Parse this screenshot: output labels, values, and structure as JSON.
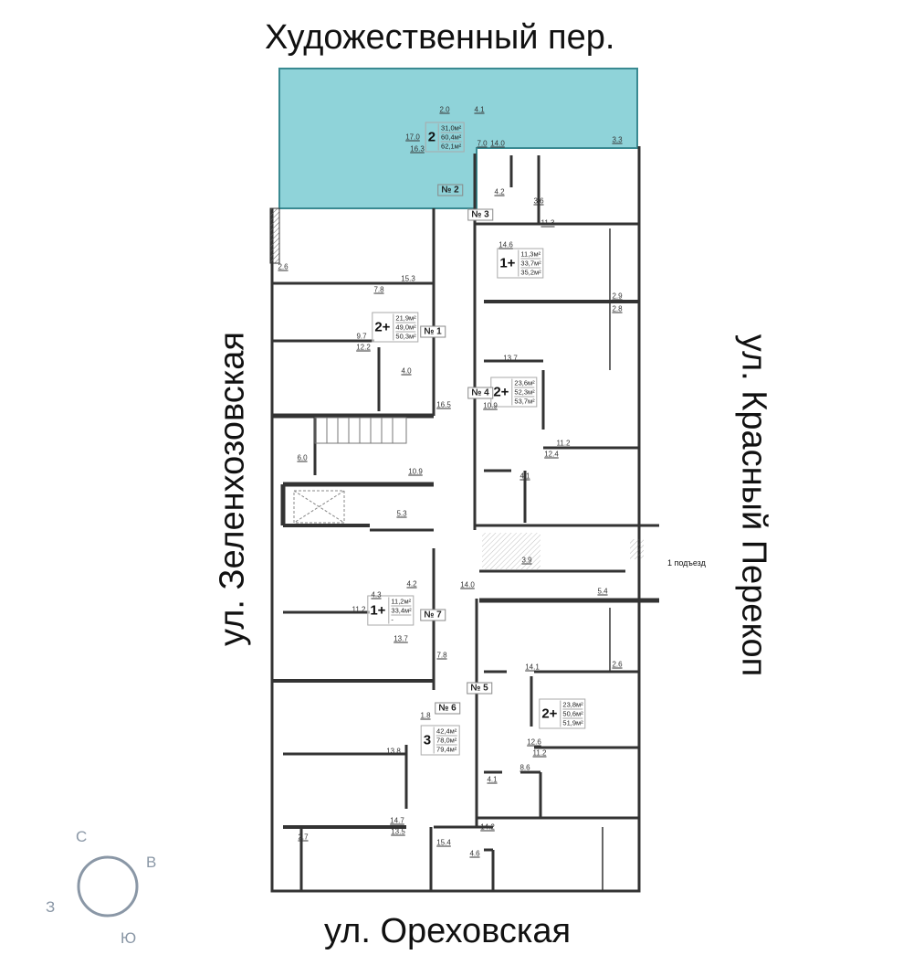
{
  "streets": {
    "top": "Художественный пер.",
    "left": "ул. Зеленхозовская",
    "right": "ул. Красный Перекоп",
    "bottom": "ул. Ореховская"
  },
  "colors": {
    "highlight": "#8fd3d9",
    "wall": "#333333",
    "compass": "#8a97a6"
  },
  "entrance": "1 подъезд",
  "apartments": [
    {
      "no": "№ 2",
      "rooms": "2",
      "living": "31,0м²",
      "total": "60,4м²",
      "total_balcony": "62,1м²",
      "selected": true
    },
    {
      "no": "№ 3",
      "rooms": "1+",
      "living": "11,3м²",
      "total": "33,7м²",
      "total_balcony": "35,2м²"
    },
    {
      "no": "№ 1",
      "rooms": "2+",
      "living": "21,9м²",
      "total": "49,0м²",
      "total_balcony": "50,3м²"
    },
    {
      "no": "№ 4",
      "rooms": "2+",
      "living": "23,6м²",
      "total": "52,3м²",
      "total_balcony": "53,7м²"
    },
    {
      "no": "№ 7",
      "rooms": "1+",
      "living": "11,2м²",
      "total": "33,4м²",
      "total_balcony": "-"
    },
    {
      "no": "№ 5",
      "rooms": "2+",
      "living": "23,8м²",
      "total": "50,6м²",
      "total_balcony": "51,9м²"
    },
    {
      "no": "№ 6",
      "rooms": "3",
      "living": "42,4м²",
      "total": "78,0м²",
      "total_balcony": "79,4м²"
    }
  ],
  "room_areas": [
    "2.0",
    "4.1",
    "17.0",
    "16.3",
    "7.0",
    "14.0",
    "3.3",
    "4.2",
    "3.6",
    "11.3",
    "14.6",
    "2.6",
    "15.3",
    "7.8",
    "9.7",
    "12.2",
    "4.0",
    "16.5",
    "6.0",
    "10.9",
    "5.3",
    "2.9",
    "2.8",
    "13.7",
    "10.9",
    "11.2",
    "12.4",
    "4.1",
    "3.9",
    "14.0",
    "5.4",
    "4.3",
    "4.2",
    "11.2",
    "13.7",
    "7.8",
    "2.6",
    "14.1",
    "1.8",
    "12.6",
    "11.2",
    "13.8",
    "8.6",
    "4.1",
    "14.7",
    "13.5",
    "14.2",
    "2.7",
    "15.4",
    "4.6"
  ],
  "compass": {
    "n": "С",
    "e": "В",
    "s": "Ю",
    "w": "З"
  }
}
